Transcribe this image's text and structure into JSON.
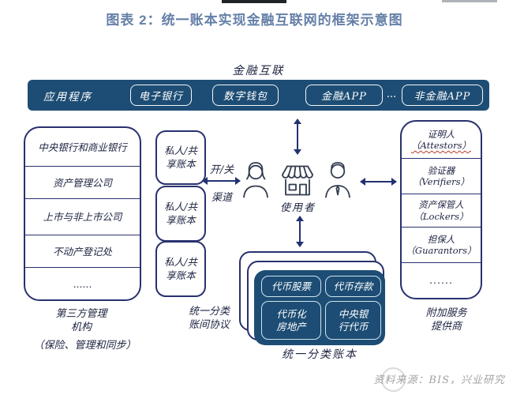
{
  "colors": {
    "dark_blue": "#1d4d74",
    "navy_border": "#28316e",
    "ink": "#1c2340",
    "arrow": "#223272",
    "title_blue": "#6580a8",
    "squiggle_red": "#c0392b",
    "gray_source": "#9e9e9e",
    "token_border": "#cfe3f0",
    "icon_stroke": "#323c4e"
  },
  "title": "图表 2：统一账本实现金融互联网的框架示意图",
  "top_section": {
    "network_label": "金融互联",
    "app_bar": {
      "label": "应用程序",
      "items": [
        "电子银行",
        "数字钱包",
        "金融APP",
        "非金融APP"
      ],
      "ellipsis": "..."
    }
  },
  "left_panel": {
    "rows": [
      "中央银行和商业银行",
      "资产管理公司",
      "上市与非上市公司",
      "不动产登记处",
      "......"
    ],
    "caption": {
      "line1": "第三方管理",
      "line2": "机构",
      "line3": "（保险、管理和同步）"
    }
  },
  "private_ledgers": {
    "label_line1": "私人/共",
    "label_line2": "享账本",
    "caption": {
      "line1": "统一分类",
      "line2": "账间协议"
    }
  },
  "channel": {
    "label_top": "开/关",
    "label_bottom": "渠道"
  },
  "users": {
    "label": "使用者"
  },
  "right_panel": {
    "rows": [
      {
        "zh": "证明人",
        "en": "（Attestors）"
      },
      {
        "zh": "验证器",
        "en": "（Verifiers）"
      },
      {
        "zh": "资产保管人",
        "en": "（Lockers）"
      },
      {
        "zh": "担保人",
        "en": "（Guarantors）"
      },
      {
        "zh": "......",
        "en": ""
      }
    ],
    "caption": {
      "line1": "附加服务",
      "line2": "提供商"
    }
  },
  "unified_ledger": {
    "tokens": [
      {
        "l1": "代币股票",
        "l2": ""
      },
      {
        "l1": "代币存款",
        "l2": ""
      },
      {
        "l1": "代币化",
        "l2": "房地产"
      },
      {
        "l1": "中央银",
        "l2": "行代币"
      }
    ],
    "caption": "统一分类账本"
  },
  "footer": {
    "source": "资料来源：BIS，兴业研究"
  }
}
